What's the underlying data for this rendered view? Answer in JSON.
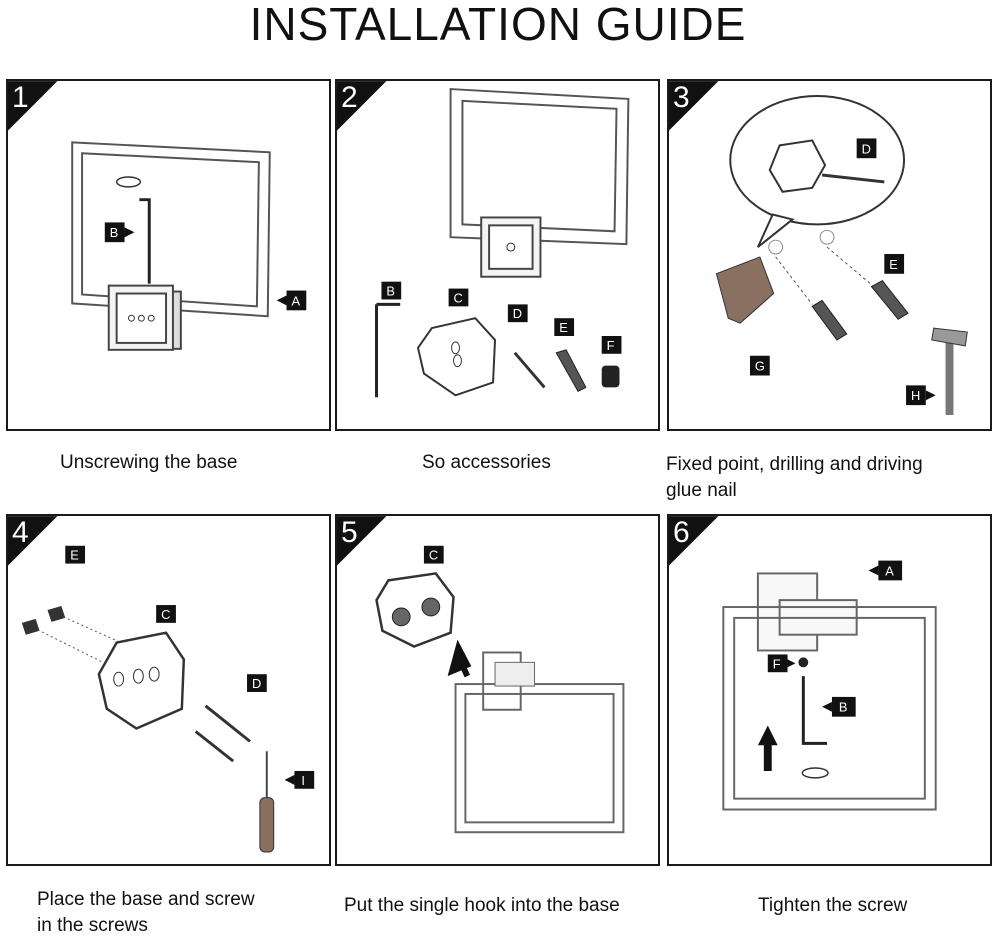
{
  "title": "INSTALLATION GUIDE",
  "steps": [
    {
      "num": "1",
      "caption": "Unscrewing the base",
      "labels": [
        "B",
        "A"
      ]
    },
    {
      "num": "2",
      "caption": "So accessories",
      "labels": [
        "B",
        "C",
        "D",
        "E",
        "F"
      ]
    },
    {
      "num": "3",
      "caption_line1": "Fixed point, drilling and driving",
      "caption_line2": "glue nail",
      "labels": [
        "D",
        "E",
        "G",
        "H"
      ]
    },
    {
      "num": "4",
      "caption_line1": "Place the base and screw",
      "caption_line2": "in the screws",
      "labels": [
        "E",
        "C",
        "D",
        "I"
      ]
    },
    {
      "num": "5",
      "caption": "Put the single hook into the base",
      "labels": [
        "C"
      ]
    },
    {
      "num": "6",
      "caption": "Tighten the screw",
      "labels": [
        "A",
        "F",
        "B"
      ]
    }
  ]
}
